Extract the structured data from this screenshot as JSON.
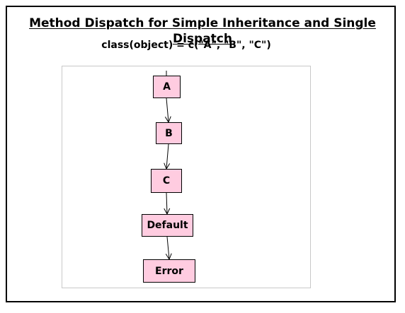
{
  "diagram": {
    "title": "Method Dispatch for Simple Inheritance and Single Dispatch",
    "subtitle": "class(object) = c(\"A\", \"B\", \"C\")",
    "nodes": [
      {
        "id": "a",
        "label": "A"
      },
      {
        "id": "b",
        "label": "B"
      },
      {
        "id": "c",
        "label": "C"
      },
      {
        "id": "default",
        "label": "Default"
      },
      {
        "id": "error",
        "label": "Error"
      }
    ],
    "edges": [
      {
        "from": "a",
        "to": "b"
      },
      {
        "from": "b",
        "to": "c"
      },
      {
        "from": "c",
        "to": "default"
      },
      {
        "from": "default",
        "to": "error"
      }
    ],
    "colors": {
      "node_fill": "#ffcce0",
      "node_border": "#000000",
      "frame_border": "#000000",
      "inner_frame_border": "#c8c8c8"
    }
  }
}
